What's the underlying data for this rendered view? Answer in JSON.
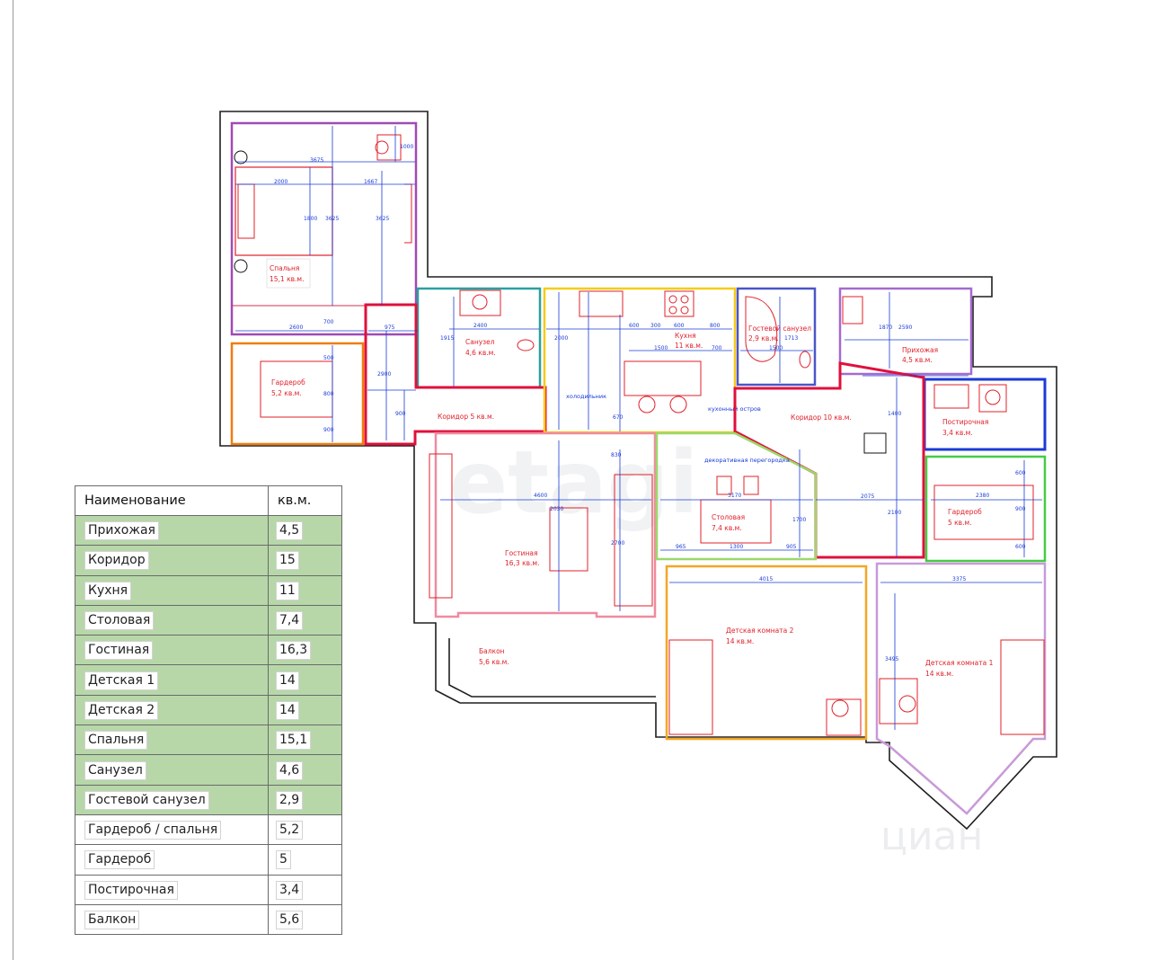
{
  "legend": {
    "header_name": "Наименование",
    "header_area": "кв.м.",
    "rows": [
      {
        "name": "Прихожая",
        "area": "4,5"
      },
      {
        "name": "Коридор",
        "area": "15"
      },
      {
        "name": "Кухня",
        "area": "11"
      },
      {
        "name": "Столовая",
        "area": "7,4"
      },
      {
        "name": "Гостиная",
        "area": "16,3"
      },
      {
        "name": "Детская 1",
        "area": "14"
      },
      {
        "name": "Детская 2",
        "area": "14"
      },
      {
        "name": "Спальня",
        "area": "15,1"
      },
      {
        "name": "Санузел",
        "area": "4,6"
      },
      {
        "name": "Гостевой санузел",
        "area": "2,9"
      },
      {
        "name": "Гардероб / спальня",
        "area": "5,2"
      },
      {
        "name": "Гардероб",
        "area": "5"
      },
      {
        "name": "Постирочная",
        "area": "3,4"
      },
      {
        "name": "Балкон",
        "area": "5,6"
      }
    ],
    "highlight_color": "#b7d7a9"
  },
  "plan": {
    "rooms": {
      "bedroom": [
        "Спальня",
        "15,1 кв.м."
      ],
      "wardrobe_bedroom": [
        "Гардероб",
        "5,2 кв.м."
      ],
      "bathroom": [
        "Санузел",
        "4,6 кв.м."
      ],
      "corridor5": [
        "Коридор 5 кв.м."
      ],
      "kitchen": [
        "Кухня",
        "11 кв.м."
      ],
      "guest_wc": [
        "Гостевой санузел",
        "2,9 кв.м."
      ],
      "hallway": [
        "Прихожая",
        "4,5 кв.м."
      ],
      "laundry": [
        "Постирочная",
        "3,4 кв.м."
      ],
      "corridor10": [
        "Коридор 10 кв.м."
      ],
      "wardrobe": [
        "Гардероб",
        "5 кв.м."
      ],
      "living": [
        "Гостиная",
        "16,3 кв.м."
      ],
      "dining": [
        "Столовая",
        "7,4 кв.м."
      ],
      "balcony": [
        "Балкон",
        "5,6 кв.м."
      ],
      "kids2": [
        "Детская комната 2",
        "14 кв.м."
      ],
      "kids1": [
        "Детская комната 1",
        "14 кв.м."
      ]
    },
    "notes": {
      "fridge": "холодильник",
      "island": "кухонный остров",
      "partition": "декоративная перегородка"
    },
    "dimensions": {
      "d3675": "3675",
      "d2000": "2000",
      "d1667": "1667",
      "d1800": "1800",
      "d3625a": "3625",
      "d3625b": "3625",
      "d1000": "1000",
      "d2600": "2600",
      "d700": "700",
      "d500": "500",
      "d800": "800",
      "d900a": "900",
      "d975": "975",
      "d2900": "2900",
      "d900b": "900",
      "d1915": "1915",
      "d2400": "2400",
      "d2000b": "2000",
      "d600a": "600",
      "d300": "300",
      "d600b": "600",
      "d800b": "800",
      "d1500a": "1500",
      "d700b": "700",
      "d1500b": "1500",
      "d1713": "1713",
      "d1870": "1870",
      "d2590": "2590",
      "d1400": "1400",
      "d2075": "2075",
      "d2100": "2100",
      "d2380": "2380",
      "d600c": "600",
      "d900c": "900",
      "d600d": "600",
      "d4600": "4600",
      "d3170": "3170",
      "d965": "965",
      "d1300": "1300",
      "d905": "905",
      "d1700": "1700",
      "d2700": "2700",
      "d4015": "4015",
      "d3375": "3375",
      "d3495": "3495",
      "d830": "830",
      "d670": "670",
      "d2030": "2030"
    },
    "watermark": "etagi",
    "watermark2": "циан"
  }
}
